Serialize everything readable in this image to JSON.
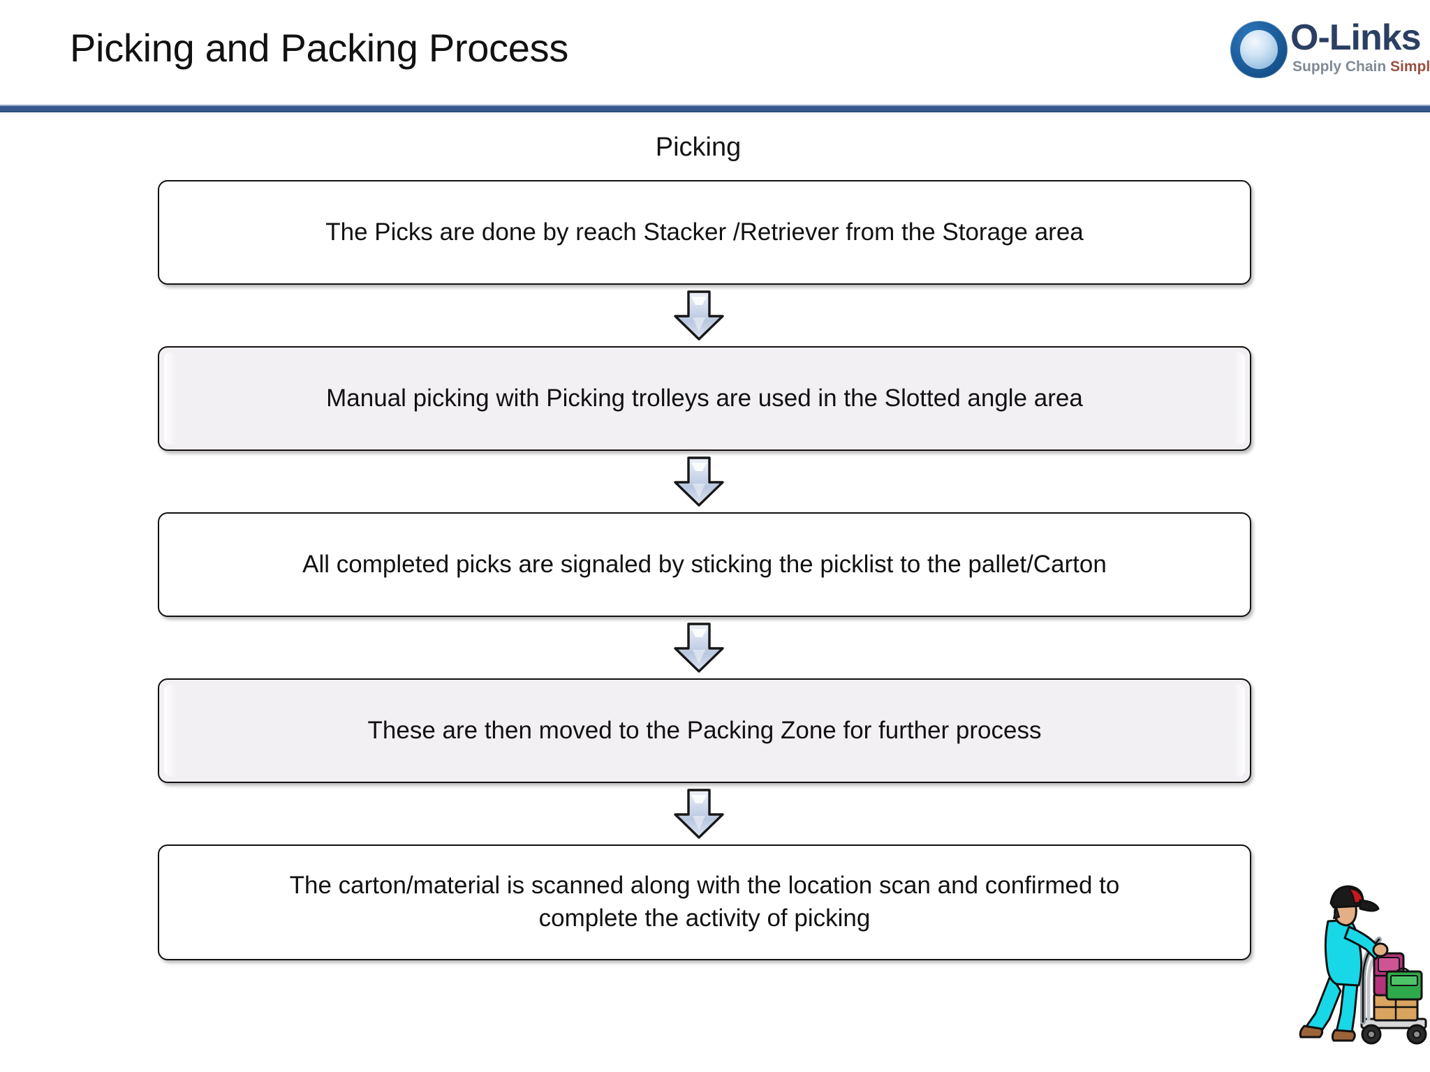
{
  "header": {
    "title": "Picking and Packing Process",
    "logo": {
      "wordmark": "O-Links",
      "tagline_part1": "Supply Chain ",
      "tagline_part2": "Simplified",
      "mark_icon": "circle-logo-icon"
    },
    "rule_color": "#35598c"
  },
  "flow": {
    "heading": "Picking",
    "steps": [
      {
        "text": "The Picks are done by reach Stacker /Retriever from the Storage area",
        "tone": "plain"
      },
      {
        "text": "Manual picking with Picking trolleys are used in the Slotted angle area",
        "tone": "shaded"
      },
      {
        "text": "All completed picks are signaled by sticking the picklist to the pallet/Carton",
        "tone": "plain"
      },
      {
        "text": "These are then moved to the Packing Zone for further process",
        "tone": "shaded"
      },
      {
        "text": "The carton/material is scanned along with the location scan and confirmed to complete the activity of picking",
        "tone": "plain"
      }
    ],
    "connector_icon": "down-arrow-icon",
    "connector_count": 4
  },
  "decoration": {
    "worker_icon": "warehouse-worker-with-handtruck-icon"
  },
  "colors": {
    "box_border": "#13100f",
    "box_fill_plain": "#ffffff",
    "box_fill_shaded": "#f2f0f3",
    "arrow_fill": "#c7d2e6",
    "divider_blue": "#35598c",
    "logo_blue": "#2b3f63",
    "worker_suit": "#18d8e8",
    "worker_cap": "#c61a1a"
  }
}
